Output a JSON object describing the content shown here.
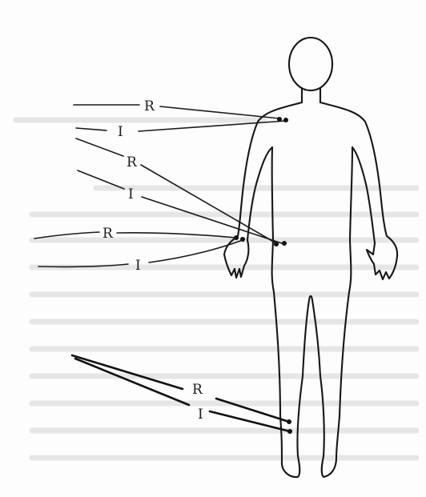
{
  "figure": {
    "labels": {
      "shoulder_r": "R",
      "shoulder_i": "I",
      "hip_r": "R",
      "hip_i": "I",
      "hand_r": "R",
      "hand_i": "I",
      "ankle_r": "R",
      "ankle_i": "I"
    },
    "colors": {
      "ink": "#161616",
      "background": "#fdfdfd",
      "ghost_text": "#e6e6e6"
    }
  }
}
